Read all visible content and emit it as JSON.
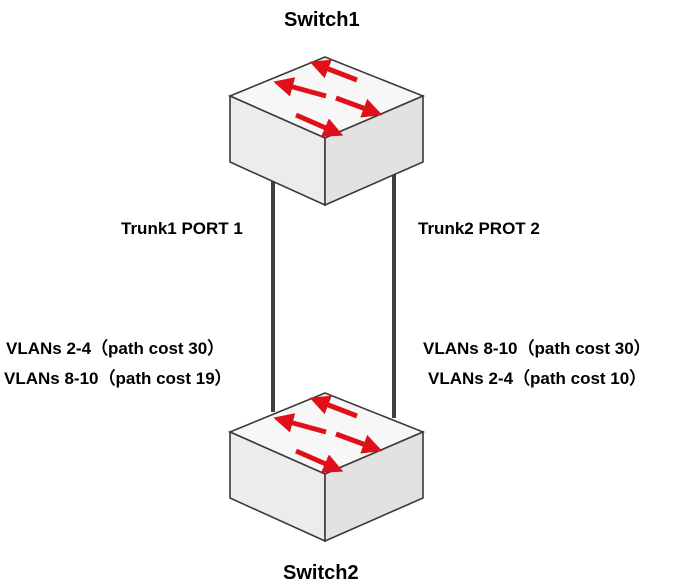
{
  "switches": {
    "top": {
      "name": "Switch1",
      "icon": "network-switch-icon"
    },
    "bottom": {
      "name": "Switch2",
      "icon": "network-switch-icon"
    }
  },
  "links": {
    "left": {
      "label": "Trunk1 PORT 1",
      "costs": [
        "VLANs 2-4（path cost 30）",
        "VLANs 8-10（path cost 19）"
      ]
    },
    "right": {
      "label": "Trunk2 PROT 2",
      "costs": [
        "VLANs 8-10（path cost 30）",
        "VLANs 2-4（path cost 10）"
      ]
    }
  },
  "colors": {
    "switch_top": "#f7f7f7",
    "switch_side": "#ececec",
    "outline": "#3a3a3a",
    "arrow": "#e0101a",
    "link": "#404040"
  }
}
